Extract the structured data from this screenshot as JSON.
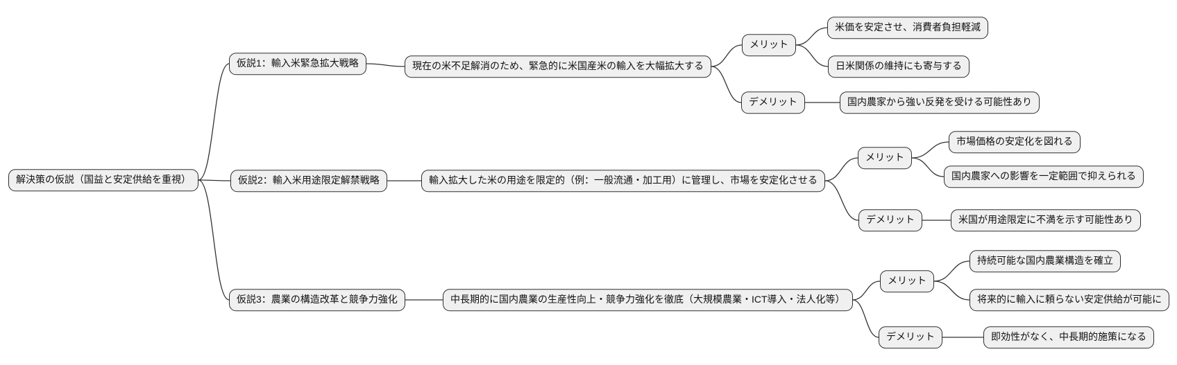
{
  "colors": {
    "background": "#ffffff",
    "node_fill": "#f0f0f0",
    "node_border": "#2e2e2e",
    "connector": "#333333",
    "text": "#111111"
  },
  "mindmap": {
    "root": "解決策の仮説（国益と安定供給を重視）",
    "branches": [
      {
        "title": "仮説1：輸入米緊急拡大戦略",
        "description": "現在の米不足解消のため、緊急的に米国産米の輸入を大幅拡大する",
        "merit_label": "メリット",
        "demerit_label": "デメリット",
        "merits": [
          "米価を安定させ、消費者負担軽減",
          "日米関係の維持にも寄与する"
        ],
        "demerits": [
          "国内農家から強い反発を受ける可能性あり"
        ]
      },
      {
        "title": "仮説2：輸入米用途限定解禁戦略",
        "description": "輸入拡大した米の用途を限定的（例：一般流通・加工用）に管理し、市場を安定化させる",
        "merit_label": "メリット",
        "demerit_label": "デメリット",
        "merits": [
          "市場価格の安定化を図れる",
          "国内農家への影響を一定範囲で抑えられる"
        ],
        "demerits": [
          "米国が用途限定に不満を示す可能性あり"
        ]
      },
      {
        "title": "仮説3：農業の構造改革と競争力強化",
        "description": "中長期的に国内農業の生産性向上・競争力強化を徹底（大規模農業・ICT導入・法人化等）",
        "merit_label": "メリット",
        "demerit_label": "デメリット",
        "merits": [
          "持続可能な国内農業構造を確立",
          "将来的に輸入に頼らない安定供給が可能に"
        ],
        "demerits": [
          "即効性がなく、中長期的施策になる"
        ]
      }
    ]
  }
}
